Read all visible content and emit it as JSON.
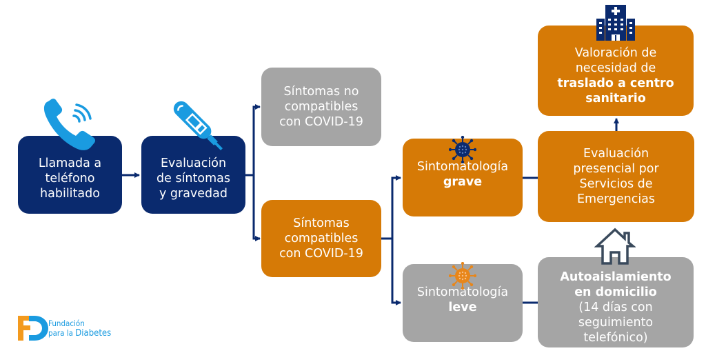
{
  "diagram": {
    "colors": {
      "navy": "#0a2a6e",
      "orange": "#d67a06",
      "grey": "#a5a5a5",
      "icon_blue": "#1a9be0",
      "arrow": "#0a2a6e"
    },
    "nodes": {
      "call": {
        "lines": [
          "Llamada a",
          "teléfono",
          "habilitado"
        ],
        "icon": "phone-icon"
      },
      "evaluation": {
        "lines": [
          "Evaluación",
          "de síntomas",
          "y gravedad"
        ],
        "icon": "thermometer-icon"
      },
      "not_compatible": {
        "lines": [
          "Síntomas no",
          "compatibles",
          "con COVID-19"
        ]
      },
      "compatible": {
        "lines": [
          "Síntomas",
          "compatibles",
          "con COVID-19"
        ]
      },
      "severe": {
        "line1": "Sintomatología",
        "line2_bold": "grave",
        "icon": "virus-icon"
      },
      "mild": {
        "line1": "Sintomatología",
        "line2_bold": "leve",
        "icon": "virus-icon"
      },
      "in_person": {
        "lines": [
          "Evaluación",
          "presencial por",
          "Servicios de",
          "Emergencias"
        ]
      },
      "transfer": {
        "line1": "Valoración de",
        "line2": "necesidad de",
        "line3_bold": "traslado a centro",
        "line4_bold": "sanitario",
        "icon": "hospital-icon"
      },
      "isolation": {
        "line1_bold": "Autoaislamiento",
        "line2_bold": "en domicilio",
        "line3": "(14 días con",
        "line4": "seguimiento",
        "line5": "telefónico)",
        "icon": "house-icon"
      }
    },
    "edges": [
      [
        "call",
        "evaluation"
      ],
      [
        "evaluation",
        "not_compatible"
      ],
      [
        "evaluation",
        "compatible"
      ],
      [
        "compatible",
        "severe"
      ],
      [
        "compatible",
        "mild"
      ],
      [
        "severe",
        "in_person"
      ],
      [
        "in_person",
        "transfer"
      ],
      [
        "mild",
        "isolation"
      ]
    ]
  },
  "logo": {
    "line1": "Fundación",
    "line2_prefix": "para la ",
    "line2_bold": "Diabetes",
    "colors": {
      "orange": "#f39a1e",
      "blue": "#1a9be0"
    }
  }
}
